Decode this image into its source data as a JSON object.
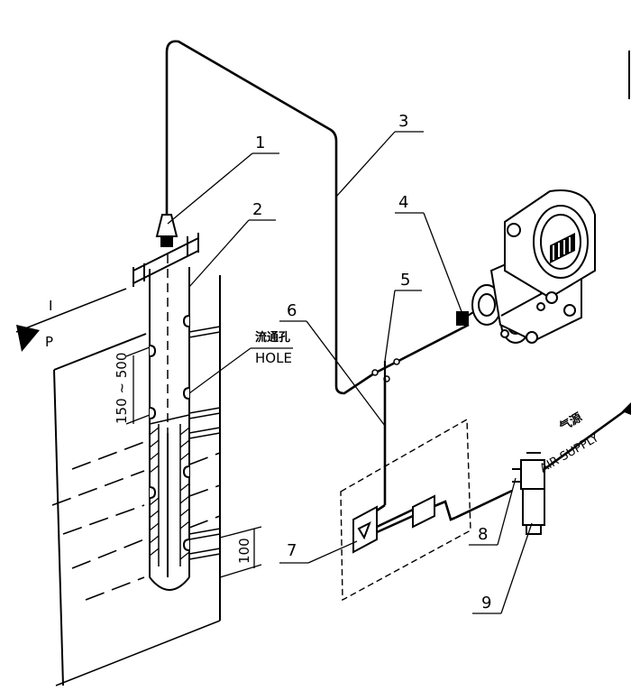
{
  "callouts": [
    {
      "id": "1",
      "text": "1"
    },
    {
      "id": "2",
      "text": "2"
    },
    {
      "id": "3",
      "text": "3"
    },
    {
      "id": "4",
      "text": "4"
    },
    {
      "id": "5",
      "text": "5"
    },
    {
      "id": "6",
      "text": "6"
    },
    {
      "id": "7",
      "text": "7"
    },
    {
      "id": "8",
      "text": "8"
    },
    {
      "id": "9",
      "text": "9"
    }
  ],
  "labels": {
    "hole_cn": "流通孔",
    "hole_en": "HOLE",
    "air_cn": "气源",
    "air_en": "AIR SUPPLY",
    "level_symbol": "I",
    "pressure_symbol": "P",
    "dim_spacing": "150 ~ 500",
    "dim_bottom": "100"
  }
}
